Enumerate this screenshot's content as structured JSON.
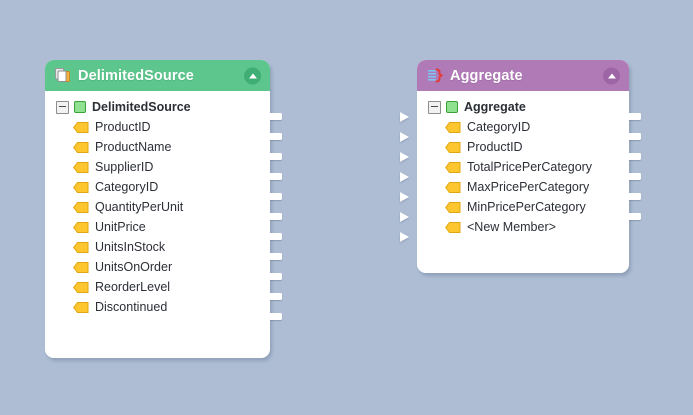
{
  "canvas": {
    "background": "#aebdd4"
  },
  "nodes": [
    {
      "id": "delimited-source",
      "title": "DelimitedSource",
      "header_color": "#5cc68d",
      "icon": "documents-icon",
      "collapse_icon": "chevron-up-icon",
      "root": {
        "label": "DelimitedSource",
        "icon": "green-square-icon",
        "expander": "minus-box-icon"
      },
      "fields": [
        "ProductID",
        "ProductName",
        "SupplierID",
        "CategoryID",
        "QuantityPerUnit",
        "UnitPrice",
        "UnitsInStock",
        "UnitsOnOrder",
        "ReorderLevel",
        "Discontinued"
      ],
      "output_port_count": 11,
      "input_port_count": 0
    },
    {
      "id": "aggregate",
      "title": "Aggregate",
      "header_color": "#b07ab7",
      "icon": "aggregate-braces-icon",
      "collapse_icon": "chevron-up-icon",
      "root": {
        "label": "Aggregate",
        "icon": "green-square-icon",
        "expander": "minus-box-icon"
      },
      "fields": [
        "CategoryID",
        "ProductID",
        "TotalPricePerCategory",
        "MaxPricePerCategory",
        "MinPricePerCategory",
        "<New Member>"
      ],
      "output_port_count": 6,
      "input_port_count": 7
    }
  ]
}
